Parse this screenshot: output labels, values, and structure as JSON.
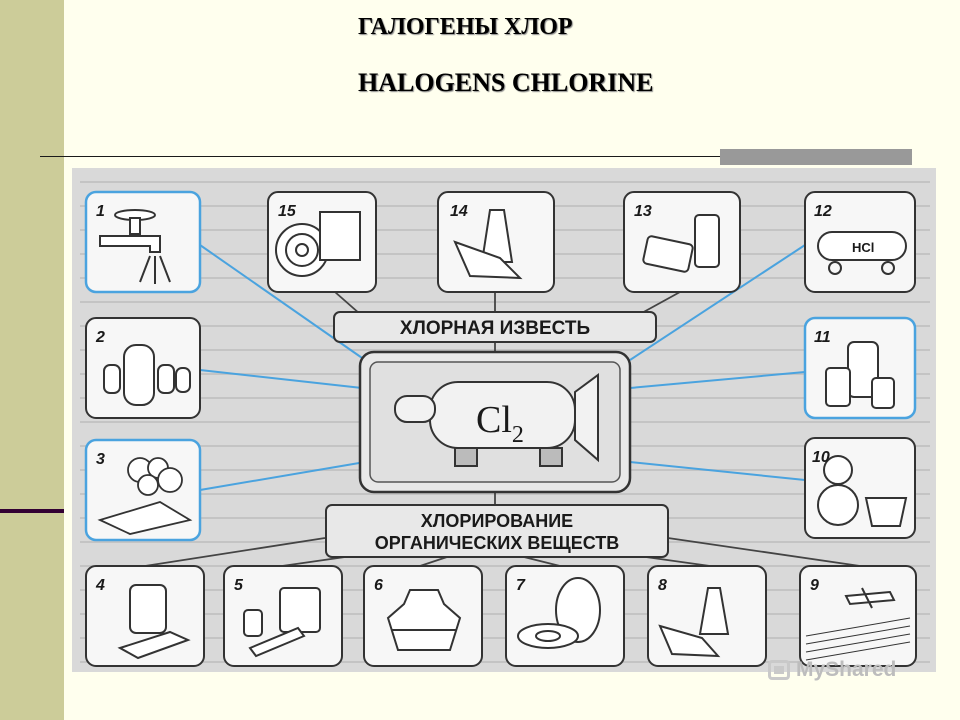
{
  "slide": {
    "title_ru": "ГАЛОГЕНЫ ХЛОР",
    "title_en": "HALOGENS CHLORINE",
    "watermark": "MyShared"
  },
  "diagram": {
    "center_label": "Cl",
    "center_subscript": "2",
    "top_label": "ХЛОРНАЯ ИЗВЕСТЬ",
    "bottom_label_line1": "ХЛОРИРОВАНИЕ",
    "bottom_label_line2": "ОРГАНИЧЕСКИХ ВЕЩЕСТВ",
    "tank_label": "HCl",
    "boxes": {
      "b1": "1",
      "b2": "2",
      "b3": "3",
      "b4": "4",
      "b5": "5",
      "b6": "6",
      "b7": "7",
      "b8": "8",
      "b9": "9",
      "b10": "10",
      "b11": "11",
      "b12": "12",
      "b13": "13",
      "b14": "14",
      "b15": "15"
    }
  },
  "colors": {
    "sidebar": "#cccc99",
    "background": "#ffffee",
    "connector": "#4aa3df",
    "panel": "#dcdcdc"
  }
}
